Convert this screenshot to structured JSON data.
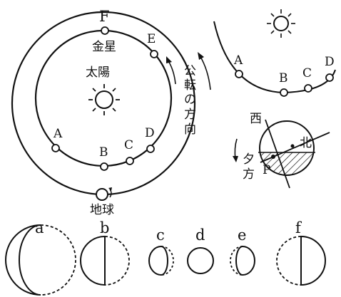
{
  "orbit_diagram": {
    "sun_label": "太陽",
    "venus_label": "金星",
    "earth_label": "地球",
    "revolution_label": [
      "公",
      "転",
      "の",
      "方",
      "向"
    ],
    "positions": {
      "A": "A",
      "B": "B",
      "C": "C",
      "D": "D",
      "E": "E",
      "F": "F"
    }
  },
  "sky_diagram": {
    "positions": {
      "A": "A",
      "B": "B",
      "C": "C",
      "D": "D"
    }
  },
  "earth_view": {
    "west_label": "西",
    "north_label": "北",
    "evening_label": [
      "夕",
      "方"
    ],
    "point_label": "P"
  },
  "phases": {
    "a": "a",
    "b": "b",
    "c": "c",
    "d": "d",
    "e": "e",
    "f": "f"
  }
}
